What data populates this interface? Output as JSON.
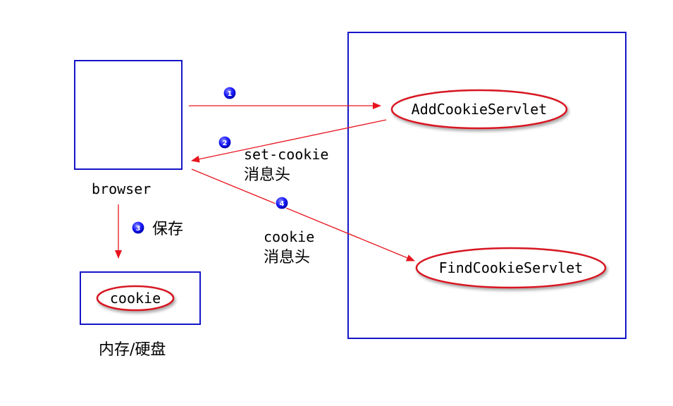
{
  "browser": {
    "label": "browser"
  },
  "storage": {
    "item_label": "cookie",
    "caption": "内存/硬盘"
  },
  "servlets": {
    "add": "AddCookieServlet",
    "find": "FindCookieServlet"
  },
  "steps": [
    {
      "number": "1"
    },
    {
      "number": "2",
      "label_line1": "set-cookie",
      "label_line2": "消息头"
    },
    {
      "number": "3",
      "label": "保存"
    },
    {
      "number": "4",
      "label_line1": "cookie",
      "label_line2": "消息头"
    }
  ],
  "colors": {
    "box_border": "#1515c8",
    "arrow": "#e8141e",
    "ellipse": "#d81820",
    "badge": "#1a1aff"
  }
}
